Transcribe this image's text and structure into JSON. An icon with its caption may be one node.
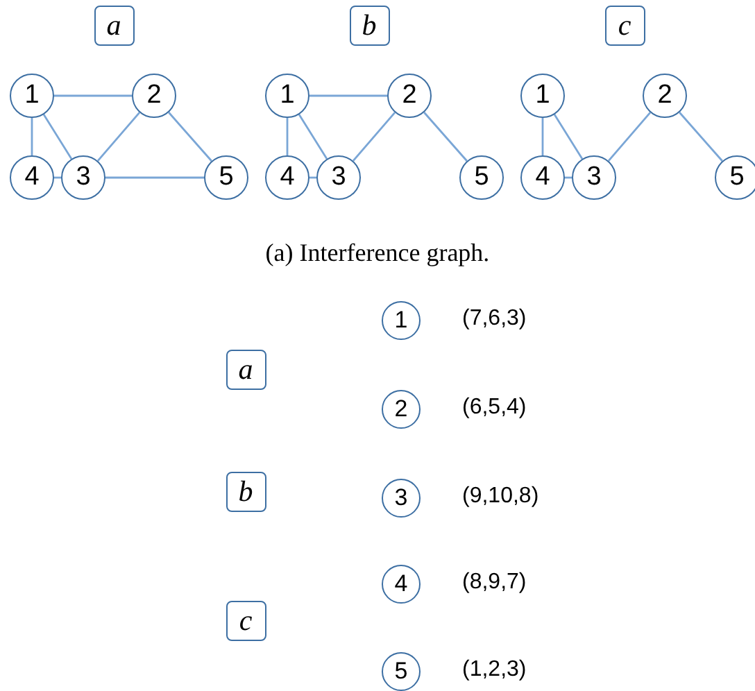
{
  "diagram": {
    "nodes": [
      {
        "text": [
          "a"
        ]
      },
      {
        "text": [
          "1"
        ]
      },
      {
        "text": [
          "2"
        ]
      },
      {
        "text": [
          "3"
        ]
      },
      {
        "text": [
          "4"
        ]
      },
      {
        "text": [
          "5"
        ]
      },
      {
        "text": [
          "b"
        ]
      },
      {
        "text": [
          "1"
        ]
      },
      {
        "text": [
          "2"
        ]
      },
      {
        "text": [
          "3"
        ]
      },
      {
        "text": [
          "4"
        ]
      },
      {
        "text": [
          "5"
        ]
      },
      {
        "text": [
          "c"
        ]
      },
      {
        "text": [
          "1"
        ]
      },
      {
        "text": [
          "2"
        ]
      },
      {
        "text": [
          "3"
        ]
      },
      {
        "text": [
          "4"
        ]
      },
      {
        "text": [
          "5"
        ]
      },
      {
        "text": [
          "1"
        ],
        "beside": [
          "(7,6,3)"
        ]
      },
      {
        "text": [
          "a"
        ]
      },
      {
        "text": [
          "2"
        ],
        "beside": [
          "(6,5,4)"
        ]
      },
      {
        "text": [
          "b"
        ]
      },
      {
        "text": [
          "3"
        ],
        "beside": [
          "(9,10,8)"
        ]
      },
      {
        "text": [
          "4"
        ],
        "beside": [
          "(8,9,7)"
        ]
      },
      {
        "text": [
          "c"
        ]
      },
      {
        "text": [
          "5"
        ],
        "beside": [
          "(1,2,3)"
        ]
      }
    ],
    "edges": [
      {
        "from": 1,
        "to": 2,
        "arrow": "none"
      },
      {
        "from": 1,
        "to": 4,
        "arrow": "none"
      },
      {
        "from": 1,
        "to": 3,
        "arrow": "none"
      },
      {
        "from": 2,
        "to": 3,
        "arrow": "none"
      },
      {
        "from": 2,
        "to": 5,
        "arrow": "none"
      },
      {
        "from": 4,
        "to": 3,
        "arrow": "none"
      },
      {
        "from": 3,
        "to": 5,
        "arrow": "none"
      },
      {
        "from": 7,
        "to": 8,
        "arrow": "none"
      },
      {
        "from": 7,
        "to": 10,
        "arrow": "none"
      },
      {
        "from": 7,
        "to": 9,
        "arrow": "none"
      },
      {
        "from": 8,
        "to": 9,
        "arrow": "none"
      },
      {
        "from": 8,
        "to": 11,
        "arrow": "none"
      },
      {
        "from": 10,
        "to": 9,
        "arrow": "none"
      },
      {
        "from": 13,
        "to": 16,
        "arrow": "none"
      },
      {
        "from": 13,
        "to": 15,
        "arrow": "none"
      },
      {
        "from": 14,
        "to": 15,
        "arrow": "none"
      },
      {
        "from": 14,
        "to": 17,
        "arrow": "none"
      },
      {
        "from": 16,
        "to": 15,
        "arrow": "none"
      }
    ],
    "labels": [
      "(a) Interference graph."
    ]
  }
}
